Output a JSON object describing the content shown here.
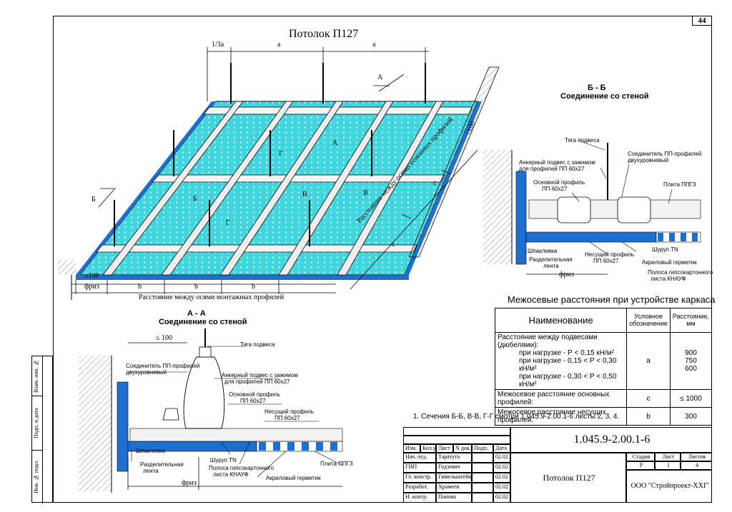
{
  "page_number": "44",
  "main_title": "Потолок П127",
  "dims_top": {
    "third": "1/3a",
    "a1": "a",
    "a2": "a"
  },
  "plan": {
    "le100": "≤100",
    "friz": "фриз",
    "b1": "b",
    "b2": "b",
    "b3": "b",
    "caption_bottom": "Расстояние между осями монтажных профилей",
    "caption_side": "Расстояние между осями основных профилей",
    "c1": "c",
    "c2": "c",
    "le100_side": "≤100",
    "mark_A": "А",
    "mark_B": "Б",
    "mark_V": "В",
    "mark_G": "Г"
  },
  "sectionA": {
    "title": "А - А",
    "subtitle": "Соединение со стеной",
    "le100": "≤ 100",
    "labels": {
      "tyaga": "Тяга подвеса",
      "connector1": "Соединитель ПП-профилей",
      "connector2": "двухуровневый",
      "anchor1": "Анкерный подвес с зажимом",
      "anchor2": "для профилей ПП 60х27",
      "main1": "Основной профиль",
      "main2": "ПП 60х27",
      "bearing1": "Несущий профиль",
      "bearing2": "ПП 60х27",
      "shpak": "Шпаклевка",
      "razd1": "Разделительная",
      "razd2": "лента",
      "shurup": "Шуруп TN",
      "polosa1": "Полоса гипсокартонного",
      "polosa2": "листа КНАУФ",
      "plita": "Плита ППГЗ",
      "akril": "Акриловый герметик",
      "friz": "фриз"
    }
  },
  "sectionB": {
    "title": "Б - Б",
    "subtitle": "Соединение со стеной",
    "labels": {
      "tyaga": "Тяга подвеса",
      "anchor1": "Анкерный подвес с зажимом",
      "anchor2": "для профилей ПП 60х27",
      "connector1": "Соединитель ПП-профилей",
      "connector2": "двухуровневый",
      "main1": "Основной профиль",
      "main2": "ПП 60х27",
      "plita": "Плита ППГЗ",
      "shpak": "Шпаклевка",
      "bearing1": "Несущий профиль",
      "bearing2": "ПП 60х27",
      "shurup": "Шуруп TN",
      "razd1": "Разделительная",
      "razd2": "лента",
      "akril": "Акриловый герметик",
      "polosa1": "Полоса гипсокартонного",
      "polosa2": "листа КНАУФ",
      "friz": "фриз"
    }
  },
  "spec_table": {
    "title": "Межосевые расстояния при устройстве каркаса",
    "headers": [
      "Наименование",
      "Условное обозначение",
      "Расстояние, мм"
    ],
    "row1": {
      "name": "Расстояние между подвесами (дюбелями):",
      "lines": [
        "при нагрузке -        Р < 0,15 кН/м²",
        "при нагрузке -  0,15 < Р < 0,30 кН/м²",
        "при нагрузке -  0,30 < Р < 0,50 кН/м²"
      ],
      "symbol": "a",
      "values": [
        "900",
        "750",
        "600"
      ]
    },
    "row2": {
      "name": "Межосевое расстояние основных профилей:",
      "symbol": "c",
      "value": "≤ 1000"
    },
    "row3": {
      "name": "Межосевое расстояние несущих профилей:",
      "symbol": "b",
      "value": "300"
    }
  },
  "note": "1. Сечения Б-Б, В-В, Г-Г смотри 1.045.9-2.00.1-6 листы 2, 3, 4.",
  "stamp": {
    "doc_code": "1.045.9-2.00.1-6",
    "sheet_title": "Потолок П127",
    "company": "ООО \"Стройпроект-XXI\"",
    "hdr": [
      "Изм.",
      "Кол.уч.",
      "Лист",
      "N док.",
      "Подп.",
      "Дата"
    ],
    "rows": [
      {
        "role": "Нач. отд.",
        "name": "Таратута",
        "date": "02.02"
      },
      {
        "role": "ГИП",
        "name": "Годзевич",
        "date": "02.02"
      },
      {
        "role": "Гл. констр.",
        "name": "Гимельштейн",
        "date": "02.02"
      },
      {
        "role": "Разработ.",
        "name": "Храмеев",
        "date": "02.02"
      },
      {
        "role": "Н. контр.",
        "name": "Панова",
        "date": "02.02"
      }
    ],
    "stage_hdr": [
      "Стадия",
      "Лист",
      "Листов"
    ],
    "stage_vals": [
      "Р",
      "1",
      "4"
    ]
  },
  "side_strip": [
    "Взам. инв. №",
    "Подп. и дата",
    "Инв. № подл."
  ]
}
